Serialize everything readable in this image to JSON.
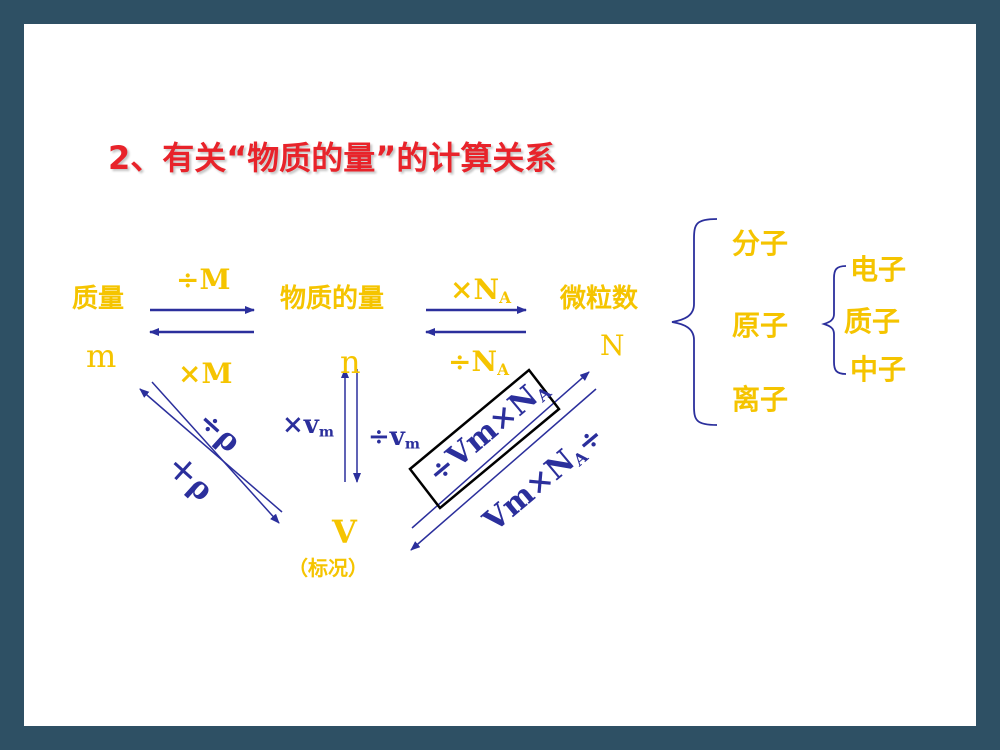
{
  "title": "2、有关“物质的量”的计算关系",
  "nodes": {
    "mass": {
      "label": "质量",
      "symbol": "m"
    },
    "amount": {
      "label": "物质的量",
      "symbol": "n"
    },
    "particles": {
      "label": "微粒数",
      "symbol": "N"
    },
    "volume": {
      "symbol": "V",
      "note": "（标况）"
    }
  },
  "particle_types": [
    "分子",
    "原子",
    "离子"
  ],
  "atom_parts": [
    "电子",
    "质子",
    "中子"
  ],
  "ops": {
    "div_M": "÷M",
    "mul_M": "×M",
    "mul_NA": "×N",
    "div_NA": "÷N",
    "NA_sub": "A",
    "mul_vm": "×v",
    "div_vm": "÷v",
    "vm_sub": "m",
    "div_rho": "÷ρ",
    "mul_rho": "＋ρ",
    "boxed": "÷Vm×N",
    "boxed_tail": "÷",
    "lower": "Vm×N",
    "lower_tail": "÷"
  },
  "colors": {
    "frame": "#2e5064",
    "title": "#e8232a",
    "yellow": "#f5c400",
    "blue": "#2b2f9c"
  }
}
